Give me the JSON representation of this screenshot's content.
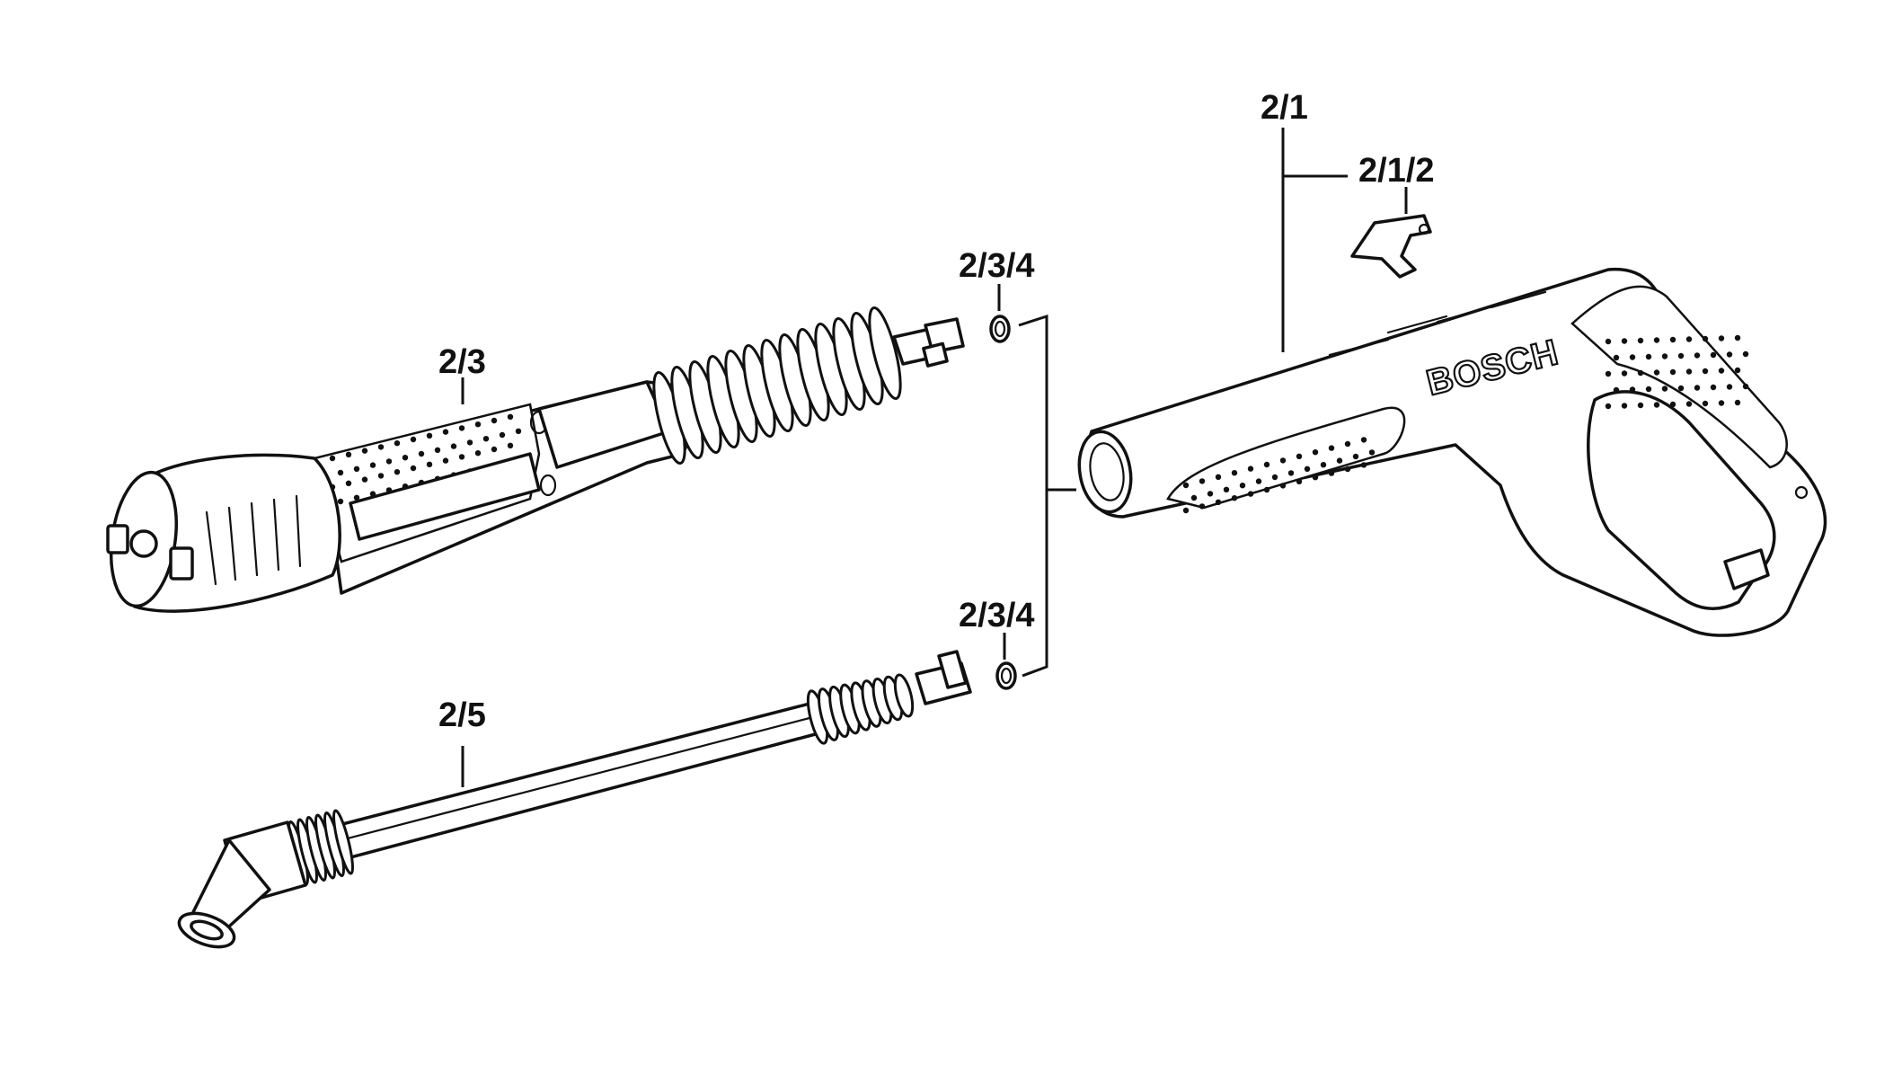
{
  "labels": {
    "trigger_gun": "2/1",
    "trigger_clip": "2/1/2",
    "rotary_lance": "2/3",
    "seal_upper": "2/3/4",
    "seal_lower": "2/3/4",
    "spray_lance": "2/5"
  },
  "brand_text": "BOSCH"
}
